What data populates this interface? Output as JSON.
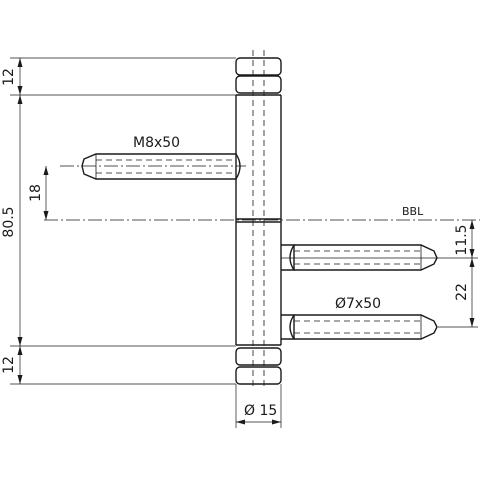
{
  "labels": {
    "bolt_top": "M8x50",
    "bolt_bottom": "Ø7x50",
    "datum": "BBL",
    "diameter": "Ø 15"
  },
  "dimensions": {
    "cap_top": "12",
    "total": "80.5",
    "bolt_offset": "18",
    "datum_to_bolt": "11.5",
    "bolt_spacing": "22",
    "cap_bottom": "12"
  }
}
